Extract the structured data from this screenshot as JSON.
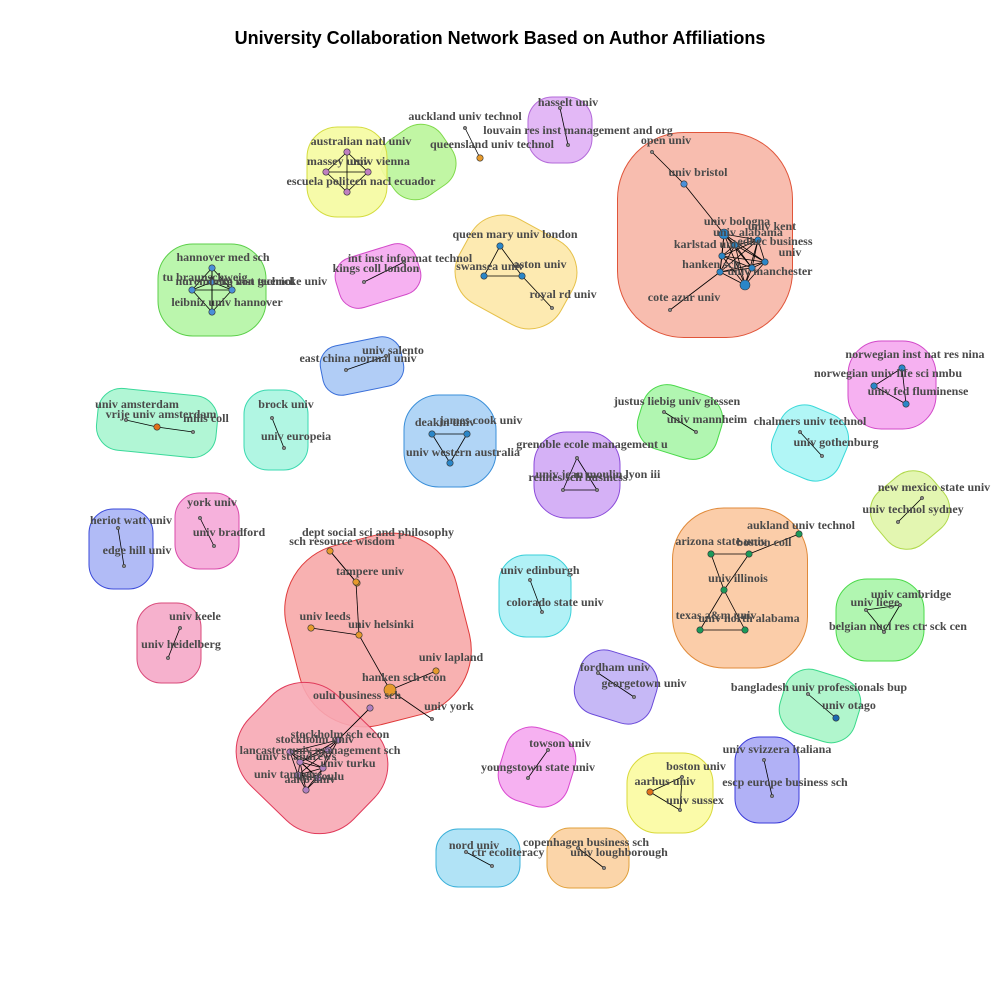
{
  "title": "University Collaboration Network Based on Author Affiliations",
  "groups": [
    {
      "name": "auckland_a",
      "fill": "#baf59a",
      "stroke": "#7fd94a",
      "nodes": [
        "auckland univ technol",
        "queensland univ technol"
      ],
      "edges": [
        [
          0,
          1
        ]
      ],
      "node_colors": [
        "#888888",
        "#e69a2c"
      ]
    },
    {
      "name": "hasselt",
      "fill": "#e0b0f5",
      "stroke": "#b36ad9",
      "nodes": [
        "hasselt univ",
        "louvain res inst management and org"
      ],
      "edges": [
        [
          0,
          1
        ]
      ],
      "node_colors": [
        "#888888",
        "#888888"
      ]
    },
    {
      "name": "bristol",
      "fill": "#f7b6a6",
      "stroke": "#e0553a",
      "nodes": [
        "open univ",
        "univ bristol",
        "univ bologna",
        "univ kent",
        "univ alabama",
        "karlstad univ",
        "hanken sch",
        "edhec business",
        "univ",
        "univ manchester",
        "cote azur univ"
      ],
      "edges": [
        [
          0,
          1
        ],
        [
          1,
          2
        ],
        [
          2,
          3
        ],
        [
          2,
          4
        ],
        [
          2,
          5
        ],
        [
          2,
          6
        ],
        [
          2,
          7
        ],
        [
          2,
          8
        ],
        [
          2,
          9
        ],
        [
          3,
          4
        ],
        [
          3,
          5
        ],
        [
          3,
          6
        ],
        [
          3,
          7
        ],
        [
          3,
          8
        ],
        [
          3,
          9
        ],
        [
          4,
          5
        ],
        [
          4,
          6
        ],
        [
          4,
          7
        ],
        [
          4,
          8
        ],
        [
          4,
          9
        ],
        [
          5,
          6
        ],
        [
          5,
          7
        ],
        [
          5,
          8
        ],
        [
          5,
          9
        ],
        [
          6,
          7
        ],
        [
          6,
          8
        ],
        [
          6,
          9
        ],
        [
          7,
          8
        ],
        [
          7,
          9
        ],
        [
          8,
          9
        ],
        [
          10,
          6
        ]
      ],
      "node_colors": [
        "#888888",
        "#4a90d9",
        "#2a86c8",
        "#2a86c8",
        "#2a86c8",
        "#2a86c8",
        "#2a86c8",
        "#2a86c8",
        "#2a86c8",
        "#2a86c8",
        "#888888"
      ]
    },
    {
      "name": "australian",
      "fill": "#f5fba0",
      "stroke": "#d4dc3e",
      "nodes": [
        "australian natl univ",
        "massey univ",
        "univ vienna",
        "escuela politecn nacl ecuador"
      ],
      "edges": [
        [
          0,
          1
        ],
        [
          0,
          2
        ],
        [
          0,
          3
        ],
        [
          1,
          2
        ],
        [
          1,
          3
        ],
        [
          2,
          3
        ]
      ],
      "node_colors": [
        "#c080c0",
        "#c080c0",
        "#c080c0",
        "#c080c0"
      ]
    },
    {
      "name": "hannover",
      "fill": "#b4f5a4",
      "stroke": "#5ccf4a",
      "nodes": [
        "hannover med sch",
        "tu braunschweig",
        "otto von guericke univ",
        "nuremberg inst technol",
        "leibniz univ hannover"
      ],
      "edges": [
        [
          0,
          1
        ],
        [
          0,
          2
        ],
        [
          0,
          3
        ],
        [
          0,
          4
        ],
        [
          1,
          2
        ],
        [
          1,
          3
        ],
        [
          1,
          4
        ],
        [
          2,
          3
        ],
        [
          2,
          4
        ],
        [
          3,
          4
        ]
      ],
      "node_colors": [
        "#4a90d9",
        "#4a90d9",
        "#4a90d9",
        "#4a90d9",
        "#4a90d9"
      ]
    },
    {
      "name": "kings",
      "fill": "#f5a8f0",
      "stroke": "#d24ac9",
      "nodes": [
        "int inst informat technol",
        "kings coll london"
      ],
      "edges": [
        [
          0,
          1
        ]
      ],
      "node_colors": [
        "#888888",
        "#888888"
      ]
    },
    {
      "name": "queenmary",
      "fill": "#fde8a8",
      "stroke": "#e6c14a",
      "nodes": [
        "queen mary univ london",
        "swansea univ",
        "aston univ",
        "royal rd univ"
      ],
      "edges": [
        [
          0,
          1
        ],
        [
          0,
          2
        ],
        [
          1,
          2
        ],
        [
          2,
          3
        ]
      ],
      "node_colors": [
        "#2a86c8",
        "#2a86c8",
        "#2a86c8",
        "#888888"
      ]
    },
    {
      "name": "salento",
      "fill": "#a8c8f5",
      "stroke": "#3a6fd9",
      "nodes": [
        "univ salento",
        "east china normal univ"
      ],
      "edges": [
        [
          0,
          1
        ]
      ],
      "node_colors": [
        "#888888",
        "#888888"
      ]
    },
    {
      "name": "norwegian",
      "fill": "#f5a8f0",
      "stroke": "#d24ac9",
      "nodes": [
        "norwegian inst nat res nina",
        "norwegian univ life sci nmbu",
        "univ fed fluminense"
      ],
      "edges": [
        [
          0,
          1
        ],
        [
          0,
          2
        ],
        [
          1,
          2
        ]
      ],
      "node_colors": [
        "#2a86c8",
        "#2a86c8",
        "#2a86c8"
      ]
    },
    {
      "name": "amsterdam",
      "fill": "#a8f5d0",
      "stroke": "#3ad99a",
      "nodes": [
        "univ amsterdam",
        "vrije univ amsterdam",
        "mills coll"
      ],
      "edges": [
        [
          0,
          1
        ],
        [
          1,
          2
        ]
      ],
      "node_colors": [
        "#888888",
        "#e0701a",
        "#888888"
      ]
    },
    {
      "name": "brock",
      "fill": "#a8f5e0",
      "stroke": "#3ad9b0",
      "nodes": [
        "brock univ",
        "univ europeia"
      ],
      "edges": [
        [
          0,
          1
        ]
      ],
      "node_colors": [
        "#888888",
        "#888888"
      ]
    },
    {
      "name": "deakin",
      "fill": "#a8d0f5",
      "stroke": "#3a8fd9",
      "nodes": [
        "james cook univ",
        "deakin univ",
        "univ western australia"
      ],
      "edges": [
        [
          0,
          1
        ],
        [
          0,
          2
        ],
        [
          1,
          2
        ]
      ],
      "node_colors": [
        "#2a86c8",
        "#2a86c8",
        "#2a86c8"
      ]
    },
    {
      "name": "giessen",
      "fill": "#a8f5a8",
      "stroke": "#4ad94a",
      "nodes": [
        "justus liebig univ giessen",
        "univ mannheim"
      ],
      "edges": [
        [
          0,
          1
        ]
      ],
      "node_colors": [
        "#888888",
        "#888888"
      ]
    },
    {
      "name": "chalmers",
      "fill": "#a8f5f5",
      "stroke": "#3ad9d9",
      "nodes": [
        "chalmers univ technol",
        "univ gothenburg"
      ],
      "edges": [
        [
          0,
          1
        ]
      ],
      "node_colors": [
        "#888888",
        "#888888"
      ]
    },
    {
      "name": "grenoble",
      "fill": "#d0a8f5",
      "stroke": "#8a4ad9",
      "nodes": [
        "grenoble ecole management u",
        "univ jean moulin lyon iii",
        "rennes sch business"
      ],
      "edges": [
        [
          0,
          1
        ],
        [
          0,
          2
        ],
        [
          1,
          2
        ]
      ],
      "node_colors": [
        "#888888",
        "#888888",
        "#888888"
      ]
    },
    {
      "name": "newmexico",
      "fill": "#e0f5a8",
      "stroke": "#b0d94a",
      "nodes": [
        "new mexico state univ",
        "univ technol sydney"
      ],
      "edges": [
        [
          0,
          1
        ]
      ],
      "node_colors": [
        "#888888",
        "#888888"
      ]
    },
    {
      "name": "heriot",
      "fill": "#a8b4f5",
      "stroke": "#3a4ad9",
      "nodes": [
        "heriot watt univ",
        "edge hill univ"
      ],
      "edges": [
        [
          0,
          1
        ]
      ],
      "node_colors": [
        "#888888",
        "#888888"
      ]
    },
    {
      "name": "york",
      "fill": "#f5a8d8",
      "stroke": "#d94aaa",
      "nodes": [
        "york univ",
        "univ bradford"
      ],
      "edges": [
        [
          0,
          1
        ]
      ],
      "node_colors": [
        "#888888",
        "#888888"
      ]
    },
    {
      "name": "helsinki",
      "fill": "#f7a8a8",
      "stroke": "#e03a3a",
      "nodes": [
        "dept social sci and philosophy",
        "sch resource wisdom",
        "tampere univ",
        "univ leeds",
        "univ helsinki",
        "univ lapland",
        "hanken sch econ",
        "univ york"
      ],
      "edges": [
        [
          0,
          1
        ],
        [
          0,
          2
        ],
        [
          2,
          4
        ],
        [
          3,
          4
        ],
        [
          4,
          6
        ],
        [
          5,
          6
        ],
        [
          6,
          7
        ]
      ],
      "node_colors": [
        "#e69a2c",
        "#e69a2c",
        "#e69a2c",
        "#e69a2c",
        "#e69a2c",
        "#e69a2c",
        "#e69a2c",
        "#888888"
      ]
    },
    {
      "name": "arizona",
      "fill": "#fbc8a0",
      "stroke": "#e08a3a",
      "nodes": [
        "aukland univ technol",
        "arizona state univ",
        "boston coll",
        "univ illinois",
        "texas a&m univ",
        "univ north alabama"
      ],
      "edges": [
        [
          1,
          2
        ],
        [
          1,
          3
        ],
        [
          2,
          3
        ],
        [
          3,
          4
        ],
        [
          3,
          5
        ],
        [
          4,
          5
        ],
        [
          0,
          2
        ]
      ],
      "node_colors": [
        "#1a9a5a",
        "#1a9a5a",
        "#1a9a5a",
        "#1a9a5a",
        "#1a9a5a",
        "#1a9a5a"
      ]
    },
    {
      "name": "edinburgh",
      "fill": "#a8f0f5",
      "stroke": "#3ad0d9",
      "nodes": [
        "univ edinburgh",
        "colorado state univ"
      ],
      "edges": [
        [
          0,
          1
        ]
      ],
      "node_colors": [
        "#888888",
        "#888888"
      ]
    },
    {
      "name": "cambridge",
      "fill": "#a8f5a8",
      "stroke": "#4ad94a",
      "nodes": [
        "univ cambridge",
        "univ liege",
        "belgian nucl res ctr sck cen"
      ],
      "edges": [
        [
          0,
          1
        ],
        [
          0,
          2
        ],
        [
          1,
          2
        ]
      ],
      "node_colors": [
        "#888888",
        "#888888",
        "#888888"
      ]
    },
    {
      "name": "keele",
      "fill": "#f5a8c8",
      "stroke": "#d94a7a",
      "nodes": [
        "univ keele",
        "univ heidelberg"
      ],
      "edges": [
        [
          0,
          1
        ]
      ],
      "node_colors": [
        "#888888",
        "#888888"
      ]
    },
    {
      "name": "fordham",
      "fill": "#c0b0f5",
      "stroke": "#6a4ad9",
      "nodes": [
        "fordham univ",
        "georgetown univ"
      ],
      "edges": [
        [
          0,
          1
        ]
      ],
      "node_colors": [
        "#888888",
        "#888888"
      ]
    },
    {
      "name": "bangladesh",
      "fill": "#a8f5c8",
      "stroke": "#3ad98a",
      "nodes": [
        "bangladesh univ professionals bup",
        "univ otago"
      ],
      "edges": [
        [
          0,
          1
        ]
      ],
      "node_colors": [
        "#888888",
        "#1a6ab0"
      ]
    },
    {
      "name": "stockholm",
      "fill": "#f7a8b4",
      "stroke": "#e03a5a",
      "nodes": [
        "oulu business sch",
        "stockholm sch econ",
        "stockholm univ",
        "lancaster univ management sch",
        "univ st andrews",
        "univ turku",
        "univ tampere",
        "univ oulu",
        "aalto univ"
      ],
      "edges": [
        [
          0,
          1
        ],
        [
          0,
          2
        ],
        [
          1,
          2
        ],
        [
          1,
          3
        ],
        [
          1,
          4
        ],
        [
          1,
          5
        ],
        [
          2,
          3
        ],
        [
          2,
          4
        ],
        [
          2,
          5
        ],
        [
          2,
          6
        ],
        [
          3,
          4
        ],
        [
          3,
          5
        ],
        [
          3,
          6
        ],
        [
          3,
          7
        ],
        [
          4,
          5
        ],
        [
          4,
          6
        ],
        [
          4,
          7
        ],
        [
          4,
          8
        ],
        [
          5,
          6
        ],
        [
          5,
          7
        ],
        [
          5,
          8
        ],
        [
          6,
          7
        ],
        [
          6,
          8
        ],
        [
          7,
          8
        ]
      ],
      "node_colors": [
        "#b080c0",
        "#b080c0",
        "#b080c0",
        "#b080c0",
        "#b080c0",
        "#b080c0",
        "#b080c0",
        "#b080c0",
        "#b080c0"
      ]
    },
    {
      "name": "towson",
      "fill": "#f5a8f0",
      "stroke": "#d94ad0",
      "nodes": [
        "towson univ",
        "youngstown state univ"
      ],
      "edges": [
        [
          0,
          1
        ]
      ],
      "node_colors": [
        "#888888",
        "#888888"
      ]
    },
    {
      "name": "boston",
      "fill": "#fbfba0",
      "stroke": "#d9d93a",
      "nodes": [
        "boston univ",
        "aarhus univ",
        "univ sussex"
      ],
      "edges": [
        [
          0,
          1
        ],
        [
          0,
          2
        ],
        [
          1,
          2
        ]
      ],
      "node_colors": [
        "#888888",
        "#e0701a",
        "#888888"
      ]
    },
    {
      "name": "svizzera",
      "fill": "#a8a8f5",
      "stroke": "#3a3ad9",
      "nodes": [
        "univ svizzera italiana",
        "escp europe business sch"
      ],
      "edges": [
        [
          0,
          1
        ]
      ],
      "node_colors": [
        "#888888",
        "#888888"
      ]
    },
    {
      "name": "nord",
      "fill": "#a8e0f5",
      "stroke": "#3ab0d9",
      "nodes": [
        "nord univ",
        "ctr ecoliteracy"
      ],
      "edges": [
        [
          0,
          1
        ]
      ],
      "node_colors": [
        "#888888",
        "#888888"
      ]
    },
    {
      "name": "copenhagen",
      "fill": "#fbd0a0",
      "stroke": "#e0a03a",
      "nodes": [
        "copenhagen business sch",
        "univ loughborough"
      ],
      "edges": [
        [
          0,
          1
        ]
      ],
      "node_colors": [
        "#888888",
        "#888888"
      ]
    }
  ]
}
